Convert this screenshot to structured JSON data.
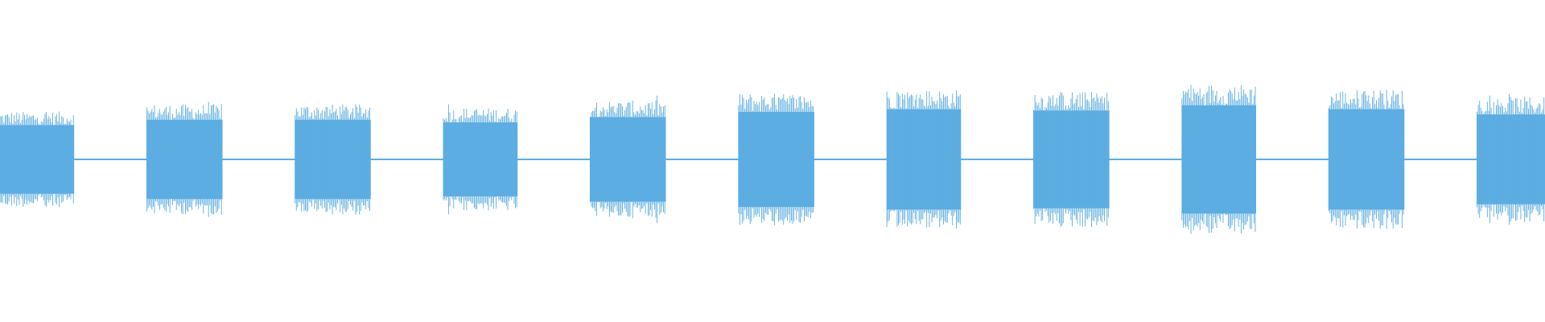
{
  "waveform": {
    "color": "#5dade2",
    "background": "#ffffff",
    "segment_count": 11,
    "segments": [
      {
        "start": 0.0,
        "end": 0.048,
        "amplitude": 0.26
      },
      {
        "start": 0.095,
        "end": 0.144,
        "amplitude": 0.3
      },
      {
        "start": 0.191,
        "end": 0.24,
        "amplitude": 0.3
      },
      {
        "start": 0.287,
        "end": 0.335,
        "amplitude": 0.28
      },
      {
        "start": 0.382,
        "end": 0.431,
        "amplitude": 0.32
      },
      {
        "start": 0.478,
        "end": 0.527,
        "amplitude": 0.36
      },
      {
        "start": 0.574,
        "end": 0.622,
        "amplitude": 0.38
      },
      {
        "start": 0.669,
        "end": 0.718,
        "amplitude": 0.37
      },
      {
        "start": 0.765,
        "end": 0.813,
        "amplitude": 0.41
      },
      {
        "start": 0.86,
        "end": 0.909,
        "amplitude": 0.38
      },
      {
        "start": 0.956,
        "end": 1.0,
        "amplitude": 0.34
      }
    ],
    "silence_amplitude": 0.008
  }
}
